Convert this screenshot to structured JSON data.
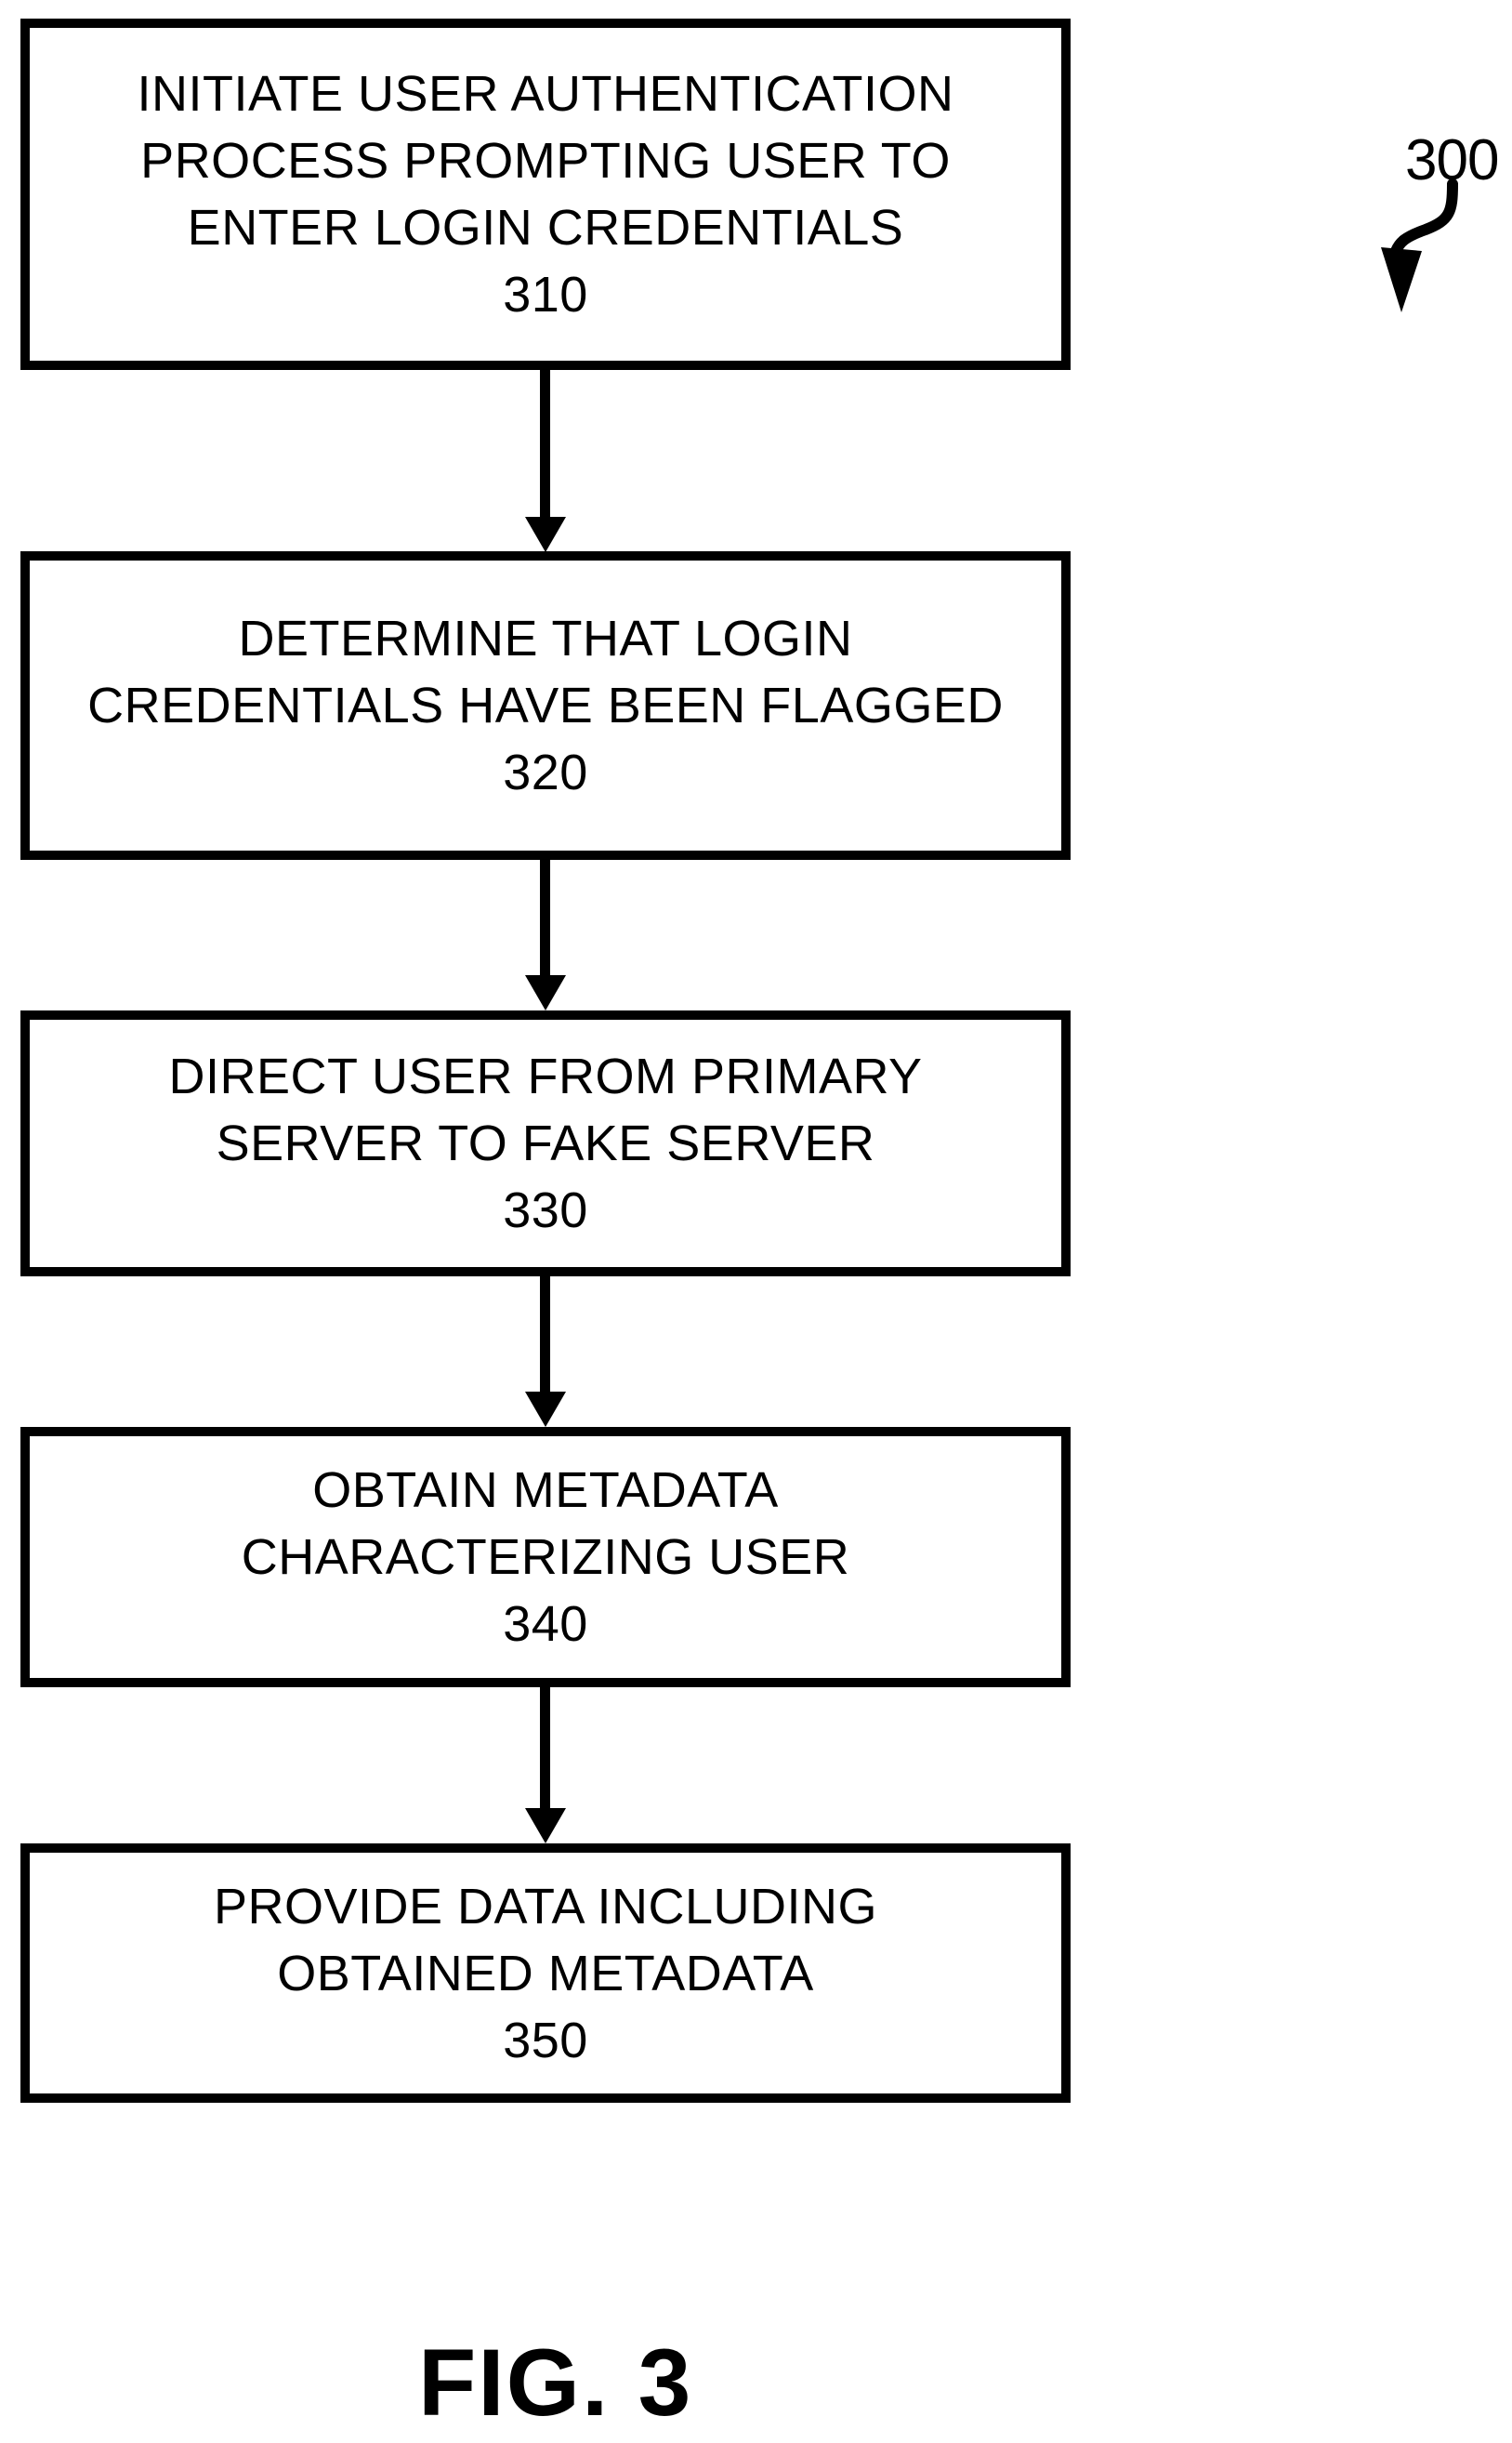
{
  "figure": {
    "reference_label": "300",
    "caption": "FIG. 3",
    "colors": {
      "ink": "#000000",
      "background": "#ffffff"
    },
    "steps": [
      {
        "number": "310",
        "lines": [
          "INITIATE USER AUTHENTICATION",
          "PROCESS PROMPTING USER TO",
          "ENTER LOGIN CREDENTIALS"
        ]
      },
      {
        "number": "320",
        "lines": [
          "DETERMINE THAT LOGIN",
          "CREDENTIALS HAVE BEEN FLAGGED"
        ]
      },
      {
        "number": "330",
        "lines": [
          "DIRECT USER FROM PRIMARY",
          "SERVER TO FAKE SERVER"
        ]
      },
      {
        "number": "340",
        "lines": [
          "OBTAIN METADATA",
          "CHARACTERIZING USER"
        ]
      },
      {
        "number": "350",
        "lines": [
          "PROVIDE DATA INCLUDING",
          "OBTAINED METADATA"
        ]
      }
    ]
  }
}
